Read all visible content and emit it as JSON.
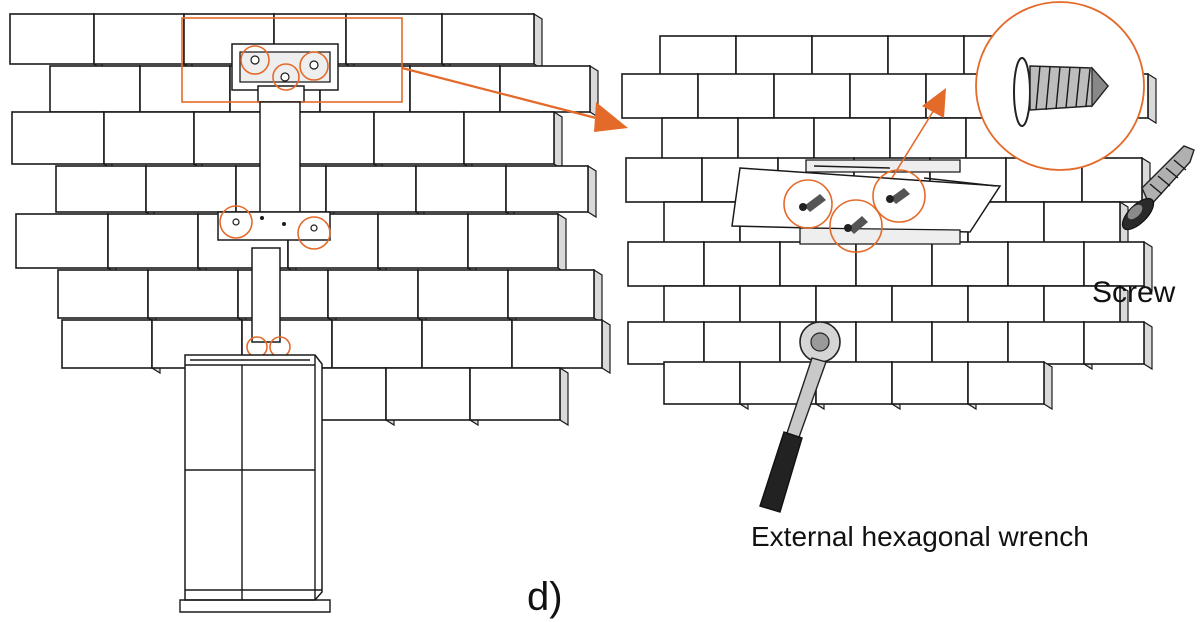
{
  "labels": {
    "screw": "Screw",
    "wrench": "External hexagonal wrench",
    "step": "d)"
  },
  "colors": {
    "accent": "#e46a2a",
    "outline": "#1a1a1a",
    "background": "#ffffff"
  },
  "icons": [
    "screw-icon",
    "hex-wrench-icon",
    "arrow-icon",
    "magnifier-circle-icon"
  ]
}
